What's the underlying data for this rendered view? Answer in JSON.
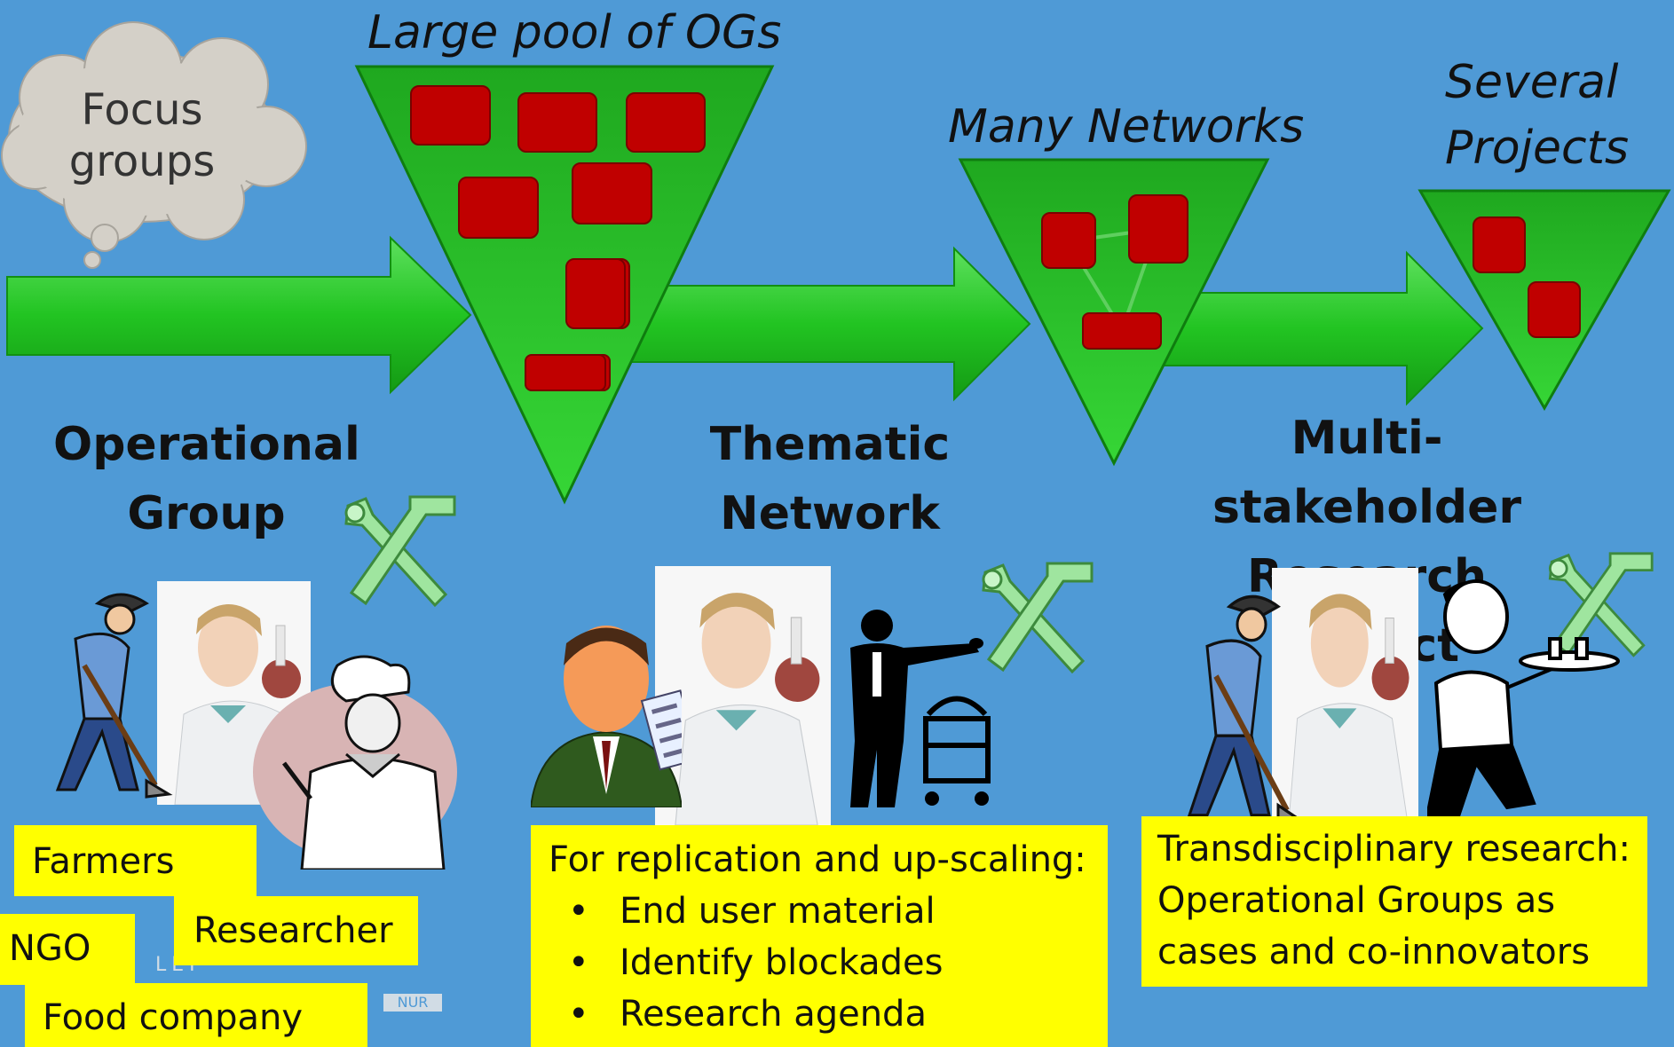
{
  "cloud": {
    "line1": "Focus",
    "line2": "groups"
  },
  "stages": {
    "og": {
      "caption": "Large pool of OGs",
      "label_line1": "Operational",
      "label_line2": "Group"
    },
    "tn": {
      "caption": "Many Networks",
      "label": "Thematic Network"
    },
    "msrp": {
      "caption_line1": "Several",
      "caption_line2": "Projects",
      "label_line1": "Multi-stakeholder",
      "label_line2": "Research Project"
    }
  },
  "boxes": {
    "farmers": "Farmers",
    "researcher": "Researcher",
    "ngo": "NGO",
    "food_company": "Food company",
    "tn_box": {
      "title": "For replication and up-scaling:",
      "bullet": "•",
      "items": [
        "End user material",
        "Identify blockades",
        "Research agenda"
      ]
    },
    "msrp_box": {
      "line1": "Transdisciplinary research:",
      "line2": "Operational Groups as",
      "line3": "cases and co-innovators"
    }
  },
  "colors": {
    "background": "#4f9ad6",
    "arrow": "#2bd02b",
    "funnel": "#22b822",
    "og_block": "#c00000",
    "highlight": "#ffff00",
    "cloud": "#d4d0c8"
  },
  "icons": [
    "tools-icon",
    "farmer-icon",
    "researcher-icon",
    "chef-icon",
    "businessman-icon",
    "butler-icon",
    "waiter-icon"
  ]
}
